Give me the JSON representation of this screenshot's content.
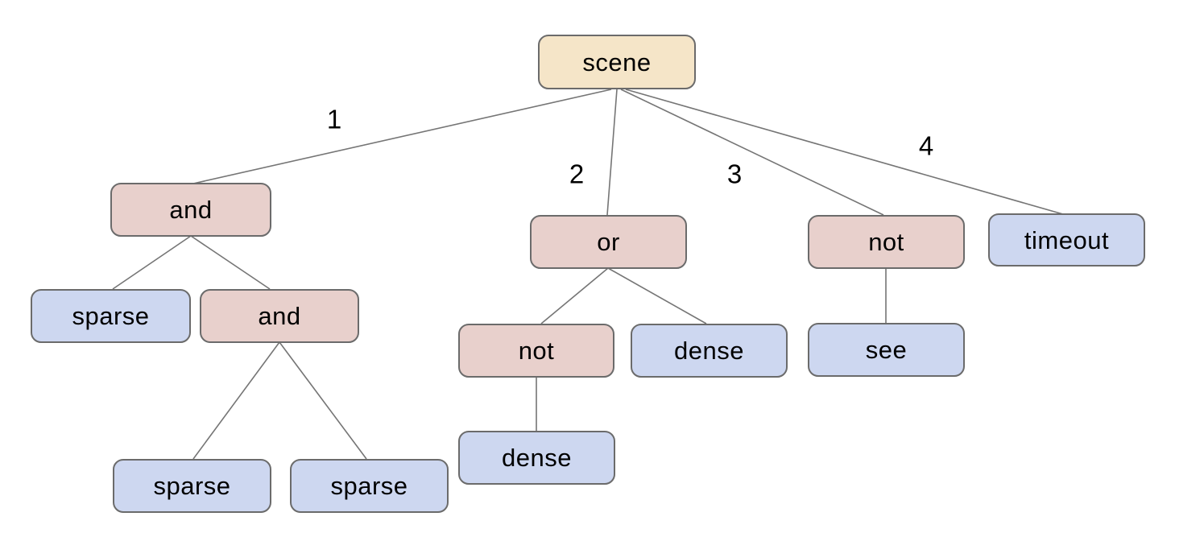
{
  "diagram_type": "tree",
  "colors": {
    "root_fill": "#f5e5c8",
    "operator_fill": "#e8d0cc",
    "leaf_fill": "#cdd7f0",
    "node_border": "#6b6b6b",
    "edge_line": "#757575",
    "text": "#000000",
    "background": "#ffffff"
  },
  "nodes": [
    {
      "id": "scene",
      "label": "scene",
      "kind": "root"
    },
    {
      "id": "and-1",
      "label": "and",
      "kind": "operator"
    },
    {
      "id": "or-1",
      "label": "or",
      "kind": "operator"
    },
    {
      "id": "not-3",
      "label": "not",
      "kind": "operator"
    },
    {
      "id": "timeout",
      "label": "timeout",
      "kind": "leaf"
    },
    {
      "id": "sparse-1",
      "label": "sparse",
      "kind": "leaf"
    },
    {
      "id": "and-2",
      "label": "and",
      "kind": "operator"
    },
    {
      "id": "not-2",
      "label": "not",
      "kind": "operator"
    },
    {
      "id": "dense-1",
      "label": "dense",
      "kind": "leaf"
    },
    {
      "id": "see",
      "label": "see",
      "kind": "leaf"
    },
    {
      "id": "dense-2",
      "label": "dense",
      "kind": "leaf"
    },
    {
      "id": "sparse-2",
      "label": "sparse",
      "kind": "leaf"
    },
    {
      "id": "sparse-3",
      "label": "sparse",
      "kind": "leaf"
    }
  ],
  "edge_labels": [
    {
      "text": "1"
    },
    {
      "text": "2"
    },
    {
      "text": "3"
    },
    {
      "text": "4"
    }
  ],
  "tree": {
    "label": "scene",
    "children": [
      {
        "edge": "1",
        "label": "and",
        "children": [
          {
            "label": "sparse"
          },
          {
            "label": "and",
            "children": [
              {
                "label": "sparse"
              },
              {
                "label": "sparse"
              }
            ]
          }
        ]
      },
      {
        "edge": "2",
        "label": "or",
        "children": [
          {
            "label": "not",
            "children": [
              {
                "label": "dense"
              }
            ]
          },
          {
            "label": "dense"
          }
        ]
      },
      {
        "edge": "3",
        "label": "not",
        "children": [
          {
            "label": "see"
          }
        ]
      },
      {
        "edge": "4",
        "label": "timeout"
      }
    ]
  }
}
